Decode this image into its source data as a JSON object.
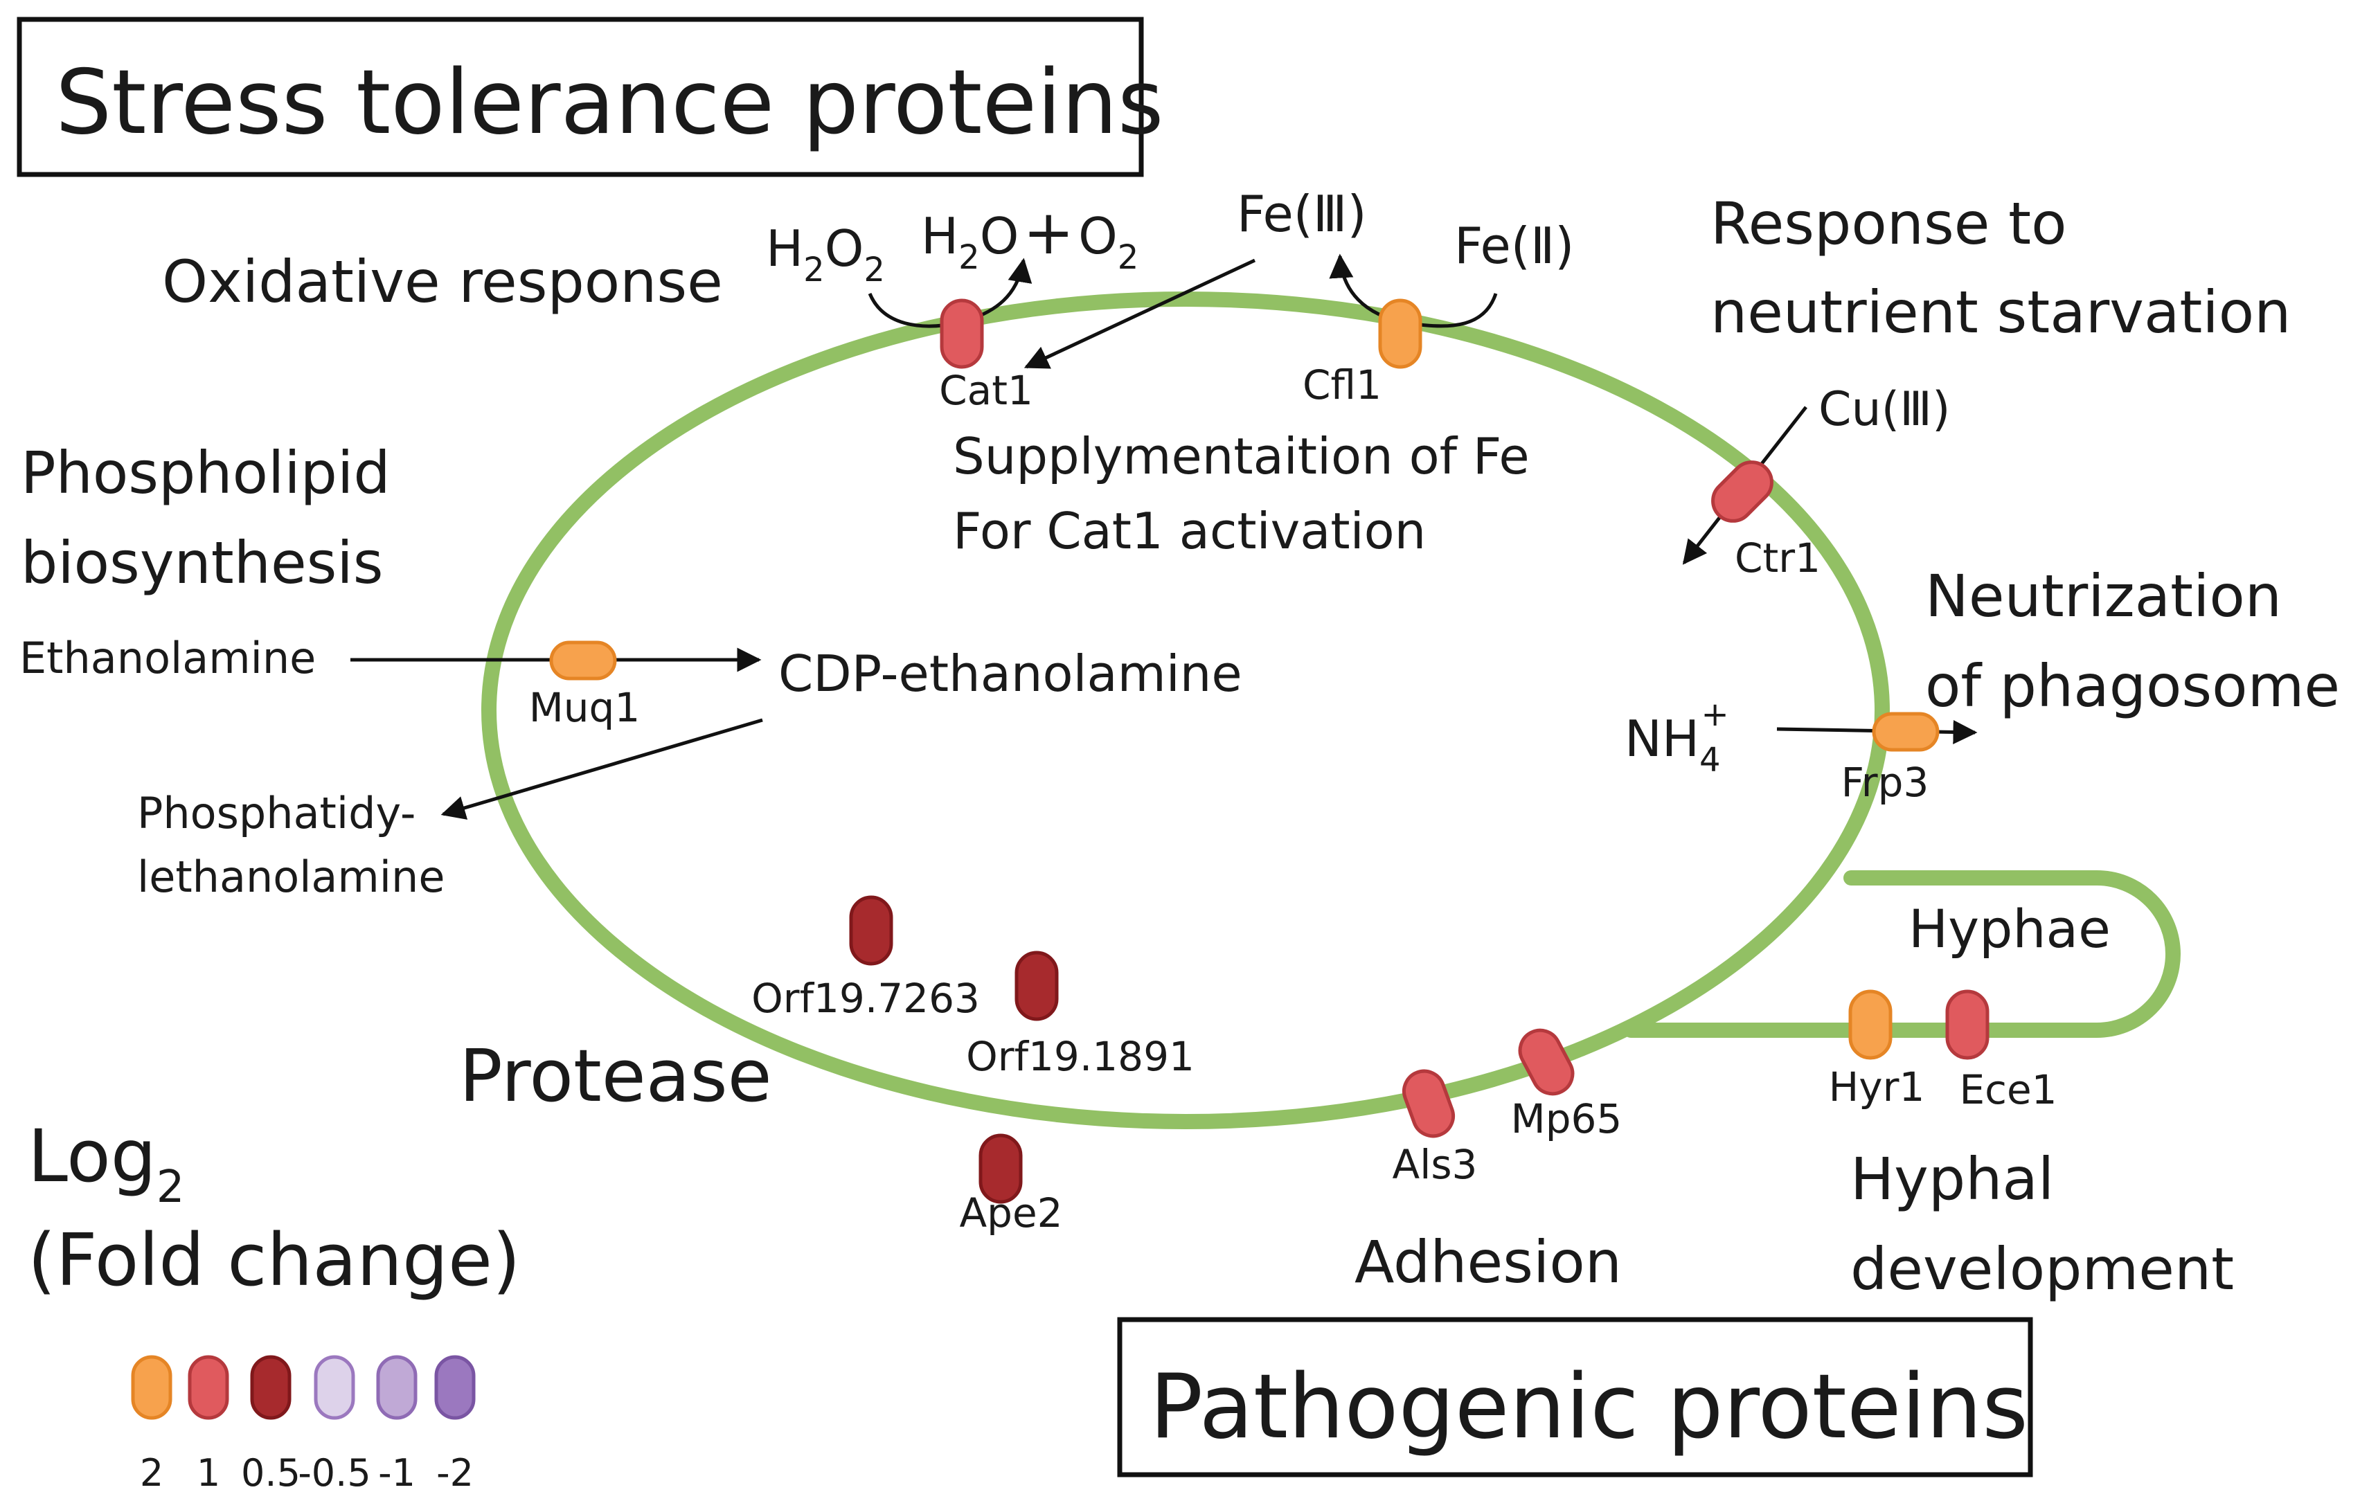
{
  "titles": {
    "stress": "Stress tolerance proteins",
    "pathogenic": "Pathogenic proteins"
  },
  "categories": {
    "oxidative": "Oxidative response",
    "starvation_1": "Response to",
    "starvation_2": "neutrient starvation",
    "phospholipid_1": "Phospholipid",
    "phospholipid_2": "biosynthesis",
    "neutrization_1": "Neutrization",
    "neutrization_2": "of  phagosome",
    "hyphae": "Hyphae",
    "protease": "Protease",
    "adhesion": "Adhesion",
    "hyphal_1": "Hyphal",
    "hyphal_2": "development"
  },
  "chemicals": {
    "h2o2": "H",
    "h2o2_sub1": "2",
    "h2o2_o": "O",
    "h2o2_sub2": "2",
    "h2o": "H",
    "h2o_sub": "2",
    "h2o_o": "O",
    "plus": "+",
    "o2": "O",
    "o2_sub": "2",
    "fe3": "Fe(Ⅲ)",
    "fe2": "Fe(Ⅱ)",
    "cu3": "Cu(Ⅲ)",
    "nh4": "NH",
    "nh4_sub": "4",
    "nh4_sup": "+",
    "ethanolamine": "Ethanolamine",
    "cdp": "CDP-ethanolamine",
    "phosphatidy_1": "Phosphatidy-",
    "phosphatidy_2": "lethanolamine"
  },
  "notes": {
    "fe_supply_1": "Supplymentaition of Fe",
    "fe_supply_2": "For Cat1 activation"
  },
  "proteins": [
    {
      "name": "Cat1",
      "log2fc": 1,
      "color": "#e05a5e"
    },
    {
      "name": "Cfl1",
      "log2fc": 2,
      "color": "#f7a24d"
    },
    {
      "name": "Ctr1",
      "log2fc": 1,
      "color": "#e05a5e"
    },
    {
      "name": "Muq1",
      "log2fc": 2,
      "color": "#f7a24d"
    },
    {
      "name": "Frp3",
      "log2fc": 2,
      "color": "#f7a24d"
    },
    {
      "name": "Orf19.7263",
      "log2fc": 0.5,
      "color": "#a72a2d"
    },
    {
      "name": "Orf19.1891",
      "log2fc": 0.5,
      "color": "#a72a2d"
    },
    {
      "name": "Ape2",
      "log2fc": 0.5,
      "color": "#a72a2d"
    },
    {
      "name": "Als3",
      "log2fc": 1,
      "color": "#e05a5e"
    },
    {
      "name": "Mp65",
      "log2fc": 1,
      "color": "#e05a5e"
    },
    {
      "name": "Hyr1",
      "log2fc": 2,
      "color": "#f7a24d"
    },
    {
      "name": "Ece1",
      "log2fc": 1,
      "color": "#e05a5e"
    }
  ],
  "legend": {
    "title_1": "Log",
    "title_sub": "2",
    "title_2": "(Fold change)",
    "items": [
      {
        "label": "2",
        "color": "#f7a24d"
      },
      {
        "label": "1",
        "color": "#e05a5e"
      },
      {
        "label": "0.5",
        "color": "#a72a2d"
      },
      {
        "label": "-0.5",
        "color": "#ddd2ea"
      },
      {
        "label": "-1",
        "color": "#c0a9d6"
      },
      {
        "label": "-2",
        "color": "#9b78bf"
      }
    ]
  },
  "colors": {
    "membrane": "#92c064",
    "arrow": "#111111"
  }
}
